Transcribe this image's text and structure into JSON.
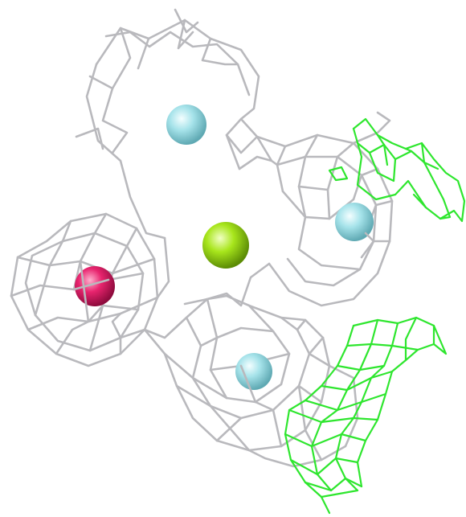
{
  "scene": {
    "background": "#ffffff",
    "mesh_color": "#b9b9bd",
    "mesh_shadow": "#8e8e92",
    "difference_color": "#2ee62e",
    "difference_shadow": "#16b816"
  },
  "atoms": [
    {
      "name": "water-atom-top",
      "color": "#a6e3ea"
    },
    {
      "name": "water-atom-right",
      "color": "#a6e3ea"
    },
    {
      "name": "water-atom-bottom",
      "color": "#a6e3ea"
    },
    {
      "name": "central-metal-ion",
      "color": "#a8e61c"
    },
    {
      "name": "magenta-atom",
      "color": "#e8246e"
    }
  ]
}
